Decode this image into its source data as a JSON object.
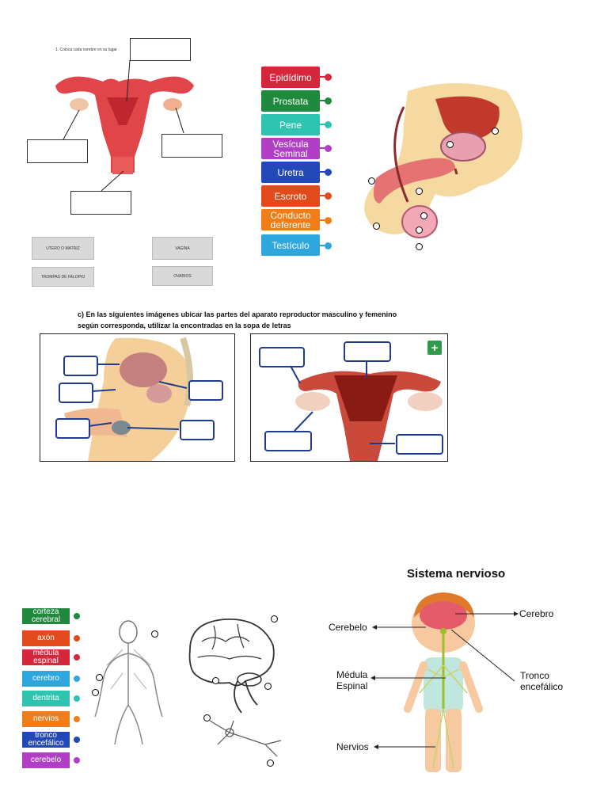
{
  "female_worksheet": {
    "instruction": "1.   Coloca cada nombre en su lugar",
    "options": [
      "UTERO O MATRIZ",
      "VAGINA",
      "TROMPAS DE FALOPIO",
      "OVARIOS"
    ]
  },
  "male_matching": {
    "labels": [
      {
        "text": "Epidídimo",
        "color": "#d6263c"
      },
      {
        "text": "Prostata",
        "color": "#1f8a3d"
      },
      {
        "text": "Pene",
        "color": "#2ec4b0"
      },
      {
        "text": "Vesícula Seminal",
        "color": "#b13fc6"
      },
      {
        "text": "Uretra",
        "color": "#2348b8"
      },
      {
        "text": "Escroto",
        "color": "#e24a1b"
      },
      {
        "text": "Conducto deferente",
        "color": "#f07d18"
      },
      {
        "text": "Testículo",
        "color": "#2ea6de"
      }
    ]
  },
  "section_c": {
    "instruction_line1": "c) En las siguientes imágenes ubicar las partes del  aparato reproductor masculino y femenino",
    "instruction_line2": "según corresponda, utilizar la encontradas en la sopa de letras",
    "plus_icon": "+"
  },
  "nervous_matching": {
    "labels": [
      {
        "text": "corteza cerebral",
        "color": "#1f8a3d"
      },
      {
        "text": "axón",
        "color": "#e24a1b"
      },
      {
        "text": "médula espinal",
        "color": "#d6263c"
      },
      {
        "text": "cerebro",
        "color": "#2ea6de"
      },
      {
        "text": "dentrita",
        "color": "#2ec4b0"
      },
      {
        "text": "nervios",
        "color": "#f07d18"
      },
      {
        "text": "tronco encefálico",
        "color": "#2348b8"
      },
      {
        "text": "cerebelo",
        "color": "#b13fc6"
      }
    ]
  },
  "sistema_nervioso": {
    "title": "Sistema nervioso",
    "cerebelo": "Cerebelo",
    "cerebro": "Cerebro",
    "medula_line1": "Médula",
    "medula_line2": "Espinal",
    "tronco_line1": "Tronco",
    "tronco_line2": "encefálico",
    "nervios": "Nervios"
  }
}
